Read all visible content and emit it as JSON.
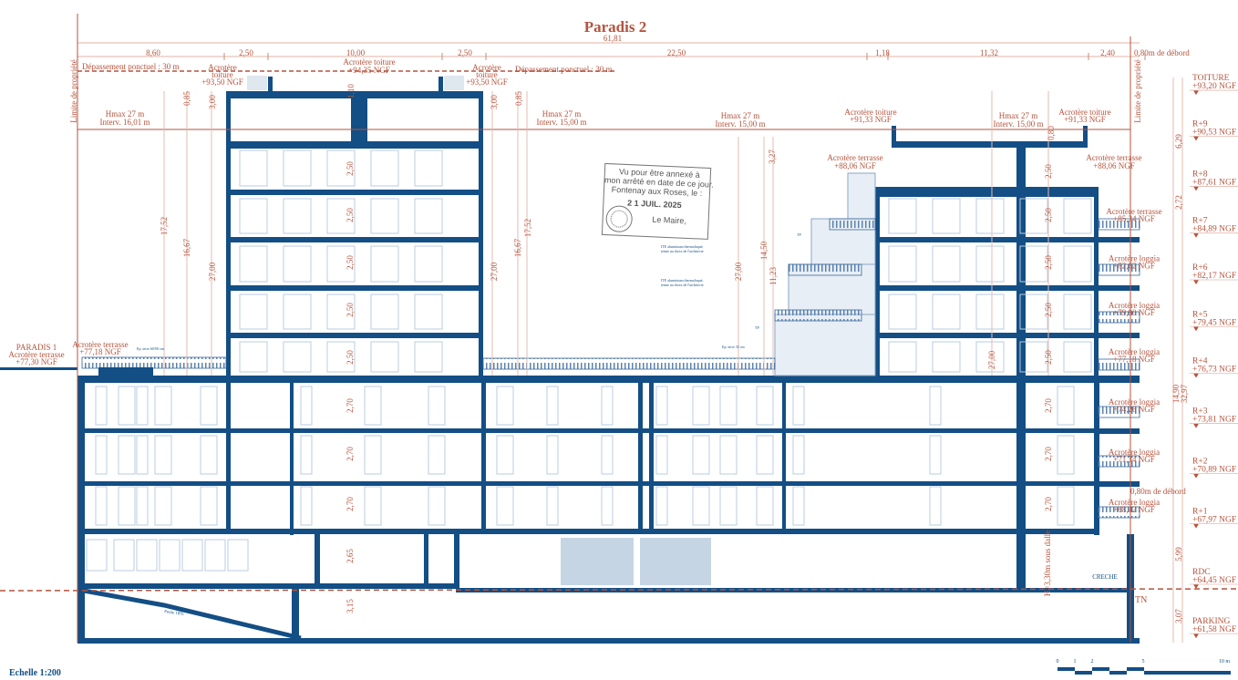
{
  "title": "Paradis 2",
  "scale_label": "Echelle 1:200",
  "scale_ticks": [
    "0",
    "1",
    "2",
    "5",
    "10 m"
  ],
  "dimensions": {
    "total": "61,81",
    "segments": [
      "8,60",
      "2,50",
      "10,00",
      "2,50",
      "22,50",
      "1,18",
      "11,32",
      "2,40"
    ],
    "debord": "0,80m de débord",
    "debord_lower": "0,80m de débord"
  },
  "property_limit": "Limite de propriété",
  "depassement": "Dépassement ponctuel : 30 m",
  "hmax": [
    {
      "l1": "Hmax 27 m",
      "l2": "Interv. 16,01 m"
    },
    {
      "l1": "Hmax 27 m",
      "l2": "Interv. 15,00 m"
    },
    {
      "l1": "Hmax 27 m",
      "l2": "Interv. 15,00 m"
    },
    {
      "l1": "Hmax 27 m",
      "l2": "Interv. 15,00 m"
    }
  ],
  "acroteres": {
    "top_center": {
      "l1": "Acrotère toiture",
      "l2": "+94,35 NGF"
    },
    "top_left": {
      "l1": "Acrotère",
      "l2": "toiture",
      "l3": "+93,50 NGF"
    },
    "top_right": {
      "l1": "Acrotère",
      "l2": "toiture",
      "l3": "+93,50 NGF"
    },
    "right_roof_1": {
      "l1": "Acrotère toiture",
      "l2": "+91,33 NGF"
    },
    "right_roof_2": {
      "l1": "Acrotère toiture",
      "l2": "+91,33 NGF"
    },
    "terrasse_1": {
      "l1": "Acrotère terrasse",
      "l2": "+88,06 NGF"
    },
    "terrasse_2": {
      "l1": "Acrotère terrasse",
      "l2": "+88,06 NGF"
    },
    "right_side": [
      {
        "l1": "Acrotère terrasse",
        "l2": "+85,34 NGF"
      },
      {
        "l1": "Acrotère loggia",
        "l2": "+82,62 NGF"
      },
      {
        "l1": "Acrotère loggia",
        "l2": "+79,90 NGF"
      },
      {
        "l1": "Acrotère loggia",
        "l2": "+77,18 NGF"
      },
      {
        "l1": "Acrotère loggia",
        "l2": "+74,26 NGF"
      },
      {
        "l1": "Acrotère loggia",
        "l2": "+71,34 NGF"
      },
      {
        "l1": "Acrotère loggia",
        "l2": "+68,42 NGF"
      }
    ],
    "paradis1": {
      "l0": "PARADIS 1",
      "l1": "Acrotère terrasse",
      "l2": "+77,30 NGF"
    },
    "left_terrasse": {
      "l1": "Acrotère terrasse",
      "l2": "+77,18 NGF"
    }
  },
  "levels": [
    {
      "name": "TOITURE",
      "ngf": "+93,20 NGF",
      "value": 93.2
    },
    {
      "name": "R+9",
      "ngf": "+90,53 NGF",
      "value": 90.53
    },
    {
      "name": "R+8",
      "ngf": "+87,61 NGF",
      "value": 87.61
    },
    {
      "name": "R+7",
      "ngf": "+84,89 NGF",
      "value": 84.89
    },
    {
      "name": "R+6",
      "ngf": "+82,17 NGF",
      "value": 82.17
    },
    {
      "name": "R+5",
      "ngf": "+79,45 NGF",
      "value": 79.45
    },
    {
      "name": "R+4",
      "ngf": "+76,73 NGF",
      "value": 76.73
    },
    {
      "name": "R+3",
      "ngf": "+73,81 NGF",
      "value": 73.81
    },
    {
      "name": "R+2",
      "ngf": "+70,89 NGF",
      "value": 70.89
    },
    {
      "name": "R+1",
      "ngf": "+67,97 NGF",
      "value": 67.97
    },
    {
      "name": "RDC",
      "ngf": "+64,45 NGF",
      "value": 64.45
    },
    {
      "name": "PARKING",
      "ngf": "+61,58 NGF",
      "value": 61.58
    }
  ],
  "vdims": {
    "left": [
      "0,85",
      "3,00",
      "17,52",
      "16,67",
      "27,00"
    ],
    "center_top": "1,10",
    "center_mid": [
      "3,00",
      "0,85",
      "27,00",
      "16,67",
      "17,52"
    ],
    "tower_floor": "2,50",
    "podium_floor": "2,70",
    "rdc": "2,65",
    "parking": "3,15",
    "middle": [
      "27,00",
      "14,50",
      "11,23",
      "3,27"
    ],
    "right_tower_top": "0,80",
    "right_tower_total": "27,00",
    "creche_height": "H=3,30m sous dalle",
    "far_right": [
      "6,29",
      "2,72",
      "14,90",
      "32,97",
      "5,99",
      "3,07"
    ]
  },
  "notes": {
    "ep_terre_left": "Ep. terre 60/90 cm",
    "ep_terre_mid": "Ep. terre 35 cm",
    "tp": "TP",
    "ite_l1": "ITE aluminium thermolaqué,",
    "ite_l2": "teinte au choix de l'architecte",
    "pente": "Pente 18%",
    "creche": "CRECHE",
    "tn": "TN"
  },
  "stamp": {
    "l1": "Vu pour être annexé à",
    "l2": "mon arrêté en date de ce jour.",
    "l3": "Fontenay aux Roses, le :",
    "date": "2 1 JUIL. 2025",
    "signature": "Le Maire,"
  },
  "colors": {
    "structure": "#134e85",
    "annotation": "#b5533c",
    "window": "#b9cde0"
  }
}
